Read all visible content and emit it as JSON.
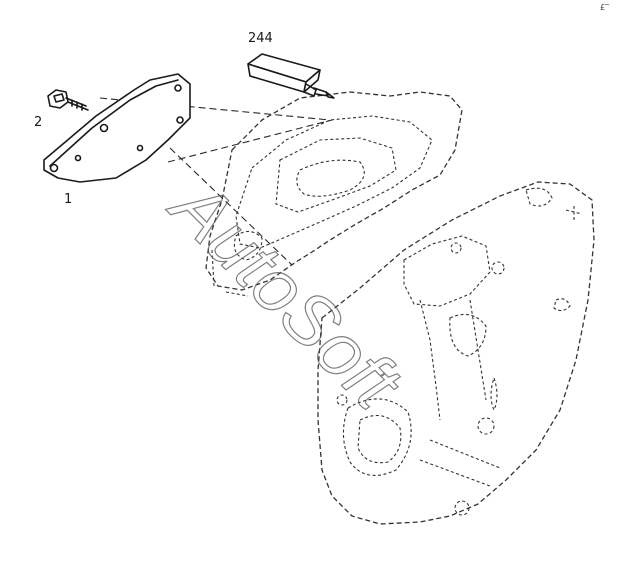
{
  "diagram": {
    "callouts": [
      {
        "id": "1",
        "label": "1"
      },
      {
        "id": "2",
        "label": "2"
      },
      {
        "id": "244",
        "label": "244"
      }
    ],
    "watermark": "AutoSoft",
    "corner_mark": "£‾"
  }
}
